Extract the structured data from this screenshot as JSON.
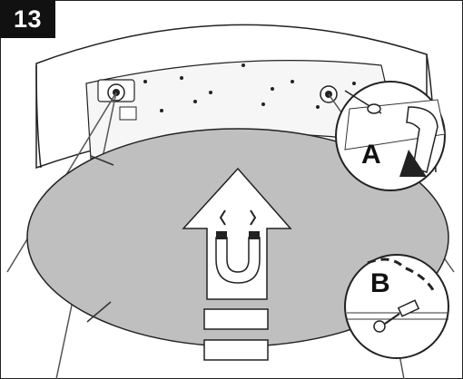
{
  "step": {
    "number": "13"
  },
  "callouts": {
    "a": {
      "label": "A"
    },
    "b": {
      "label": "B"
    }
  },
  "icons": [
    "up-arrow-icon",
    "magnet-icon",
    "hand-push-icon",
    "cable-connector-icon"
  ],
  "colors": {
    "panel_grey": "#bfbfbf",
    "outline": "#222222",
    "badge_bg": "#111111"
  }
}
